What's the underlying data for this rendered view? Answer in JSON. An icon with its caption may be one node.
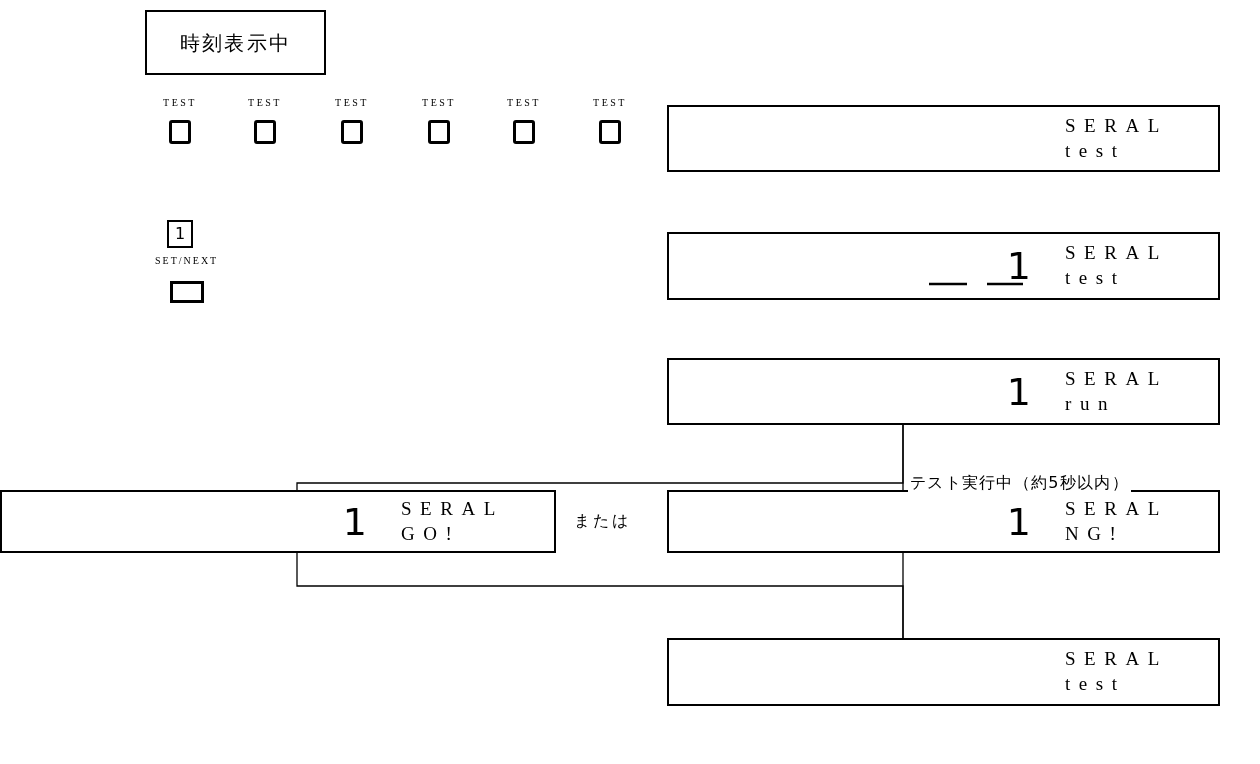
{
  "diagram": {
    "nodes": [
      {
        "text": [
          "時刻表示中"
        ]
      },
      {
        "text": [
          "TEST"
        ]
      },
      {
        "text": [
          "TEST"
        ]
      },
      {
        "text": [
          "TEST"
        ]
      },
      {
        "text": [
          "TEST"
        ]
      },
      {
        "text": [
          "TEST"
        ]
      },
      {
        "text": [
          "TEST"
        ]
      },
      {
        "text": [
          "1"
        ]
      },
      {
        "text": [
          "SET/NEXT"
        ]
      },
      {
        "text": [
          "SERAL",
          "test"
        ]
      },
      {
        "text": [
          "1",
          "SERAL",
          "test"
        ]
      },
      {
        "text": [
          "1",
          "SERAL",
          "run"
        ]
      },
      {
        "text": [
          "1",
          "SERAL",
          "GO!"
        ]
      },
      {
        "text": [
          "1",
          "SERAL",
          "NG!"
        ]
      },
      {
        "text": [
          "SERAL",
          "test"
        ]
      }
    ],
    "edges": [
      {
        "from": 11,
        "to": 12,
        "arrow": "none"
      },
      {
        "from": 11,
        "to": 13,
        "arrow": "none",
        "label": "テスト実行中（約5秒以内）"
      },
      {
        "from": 12,
        "to": 14,
        "arrow": "none"
      },
      {
        "from": 13,
        "to": 14,
        "arrow": "none"
      }
    ],
    "labels": [
      "または"
    ]
  }
}
